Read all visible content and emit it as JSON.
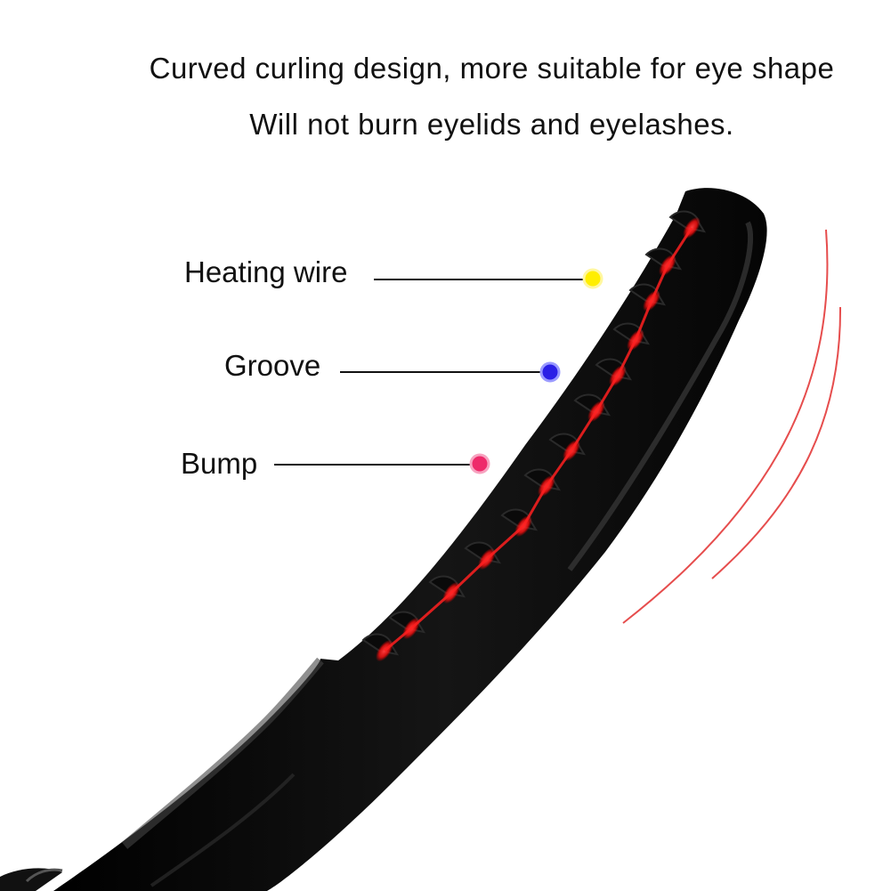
{
  "headline": {
    "line1": "Curved curling design, more suitable for eye shape",
    "line2": "Will not burn eyelids and eyelashes."
  },
  "callouts": [
    {
      "label": "Heating wire",
      "dot_color": "#ffee00"
    },
    {
      "label": "Groove",
      "dot_color": "#2a1fe6"
    },
    {
      "label": "Bump",
      "dot_color": "#ee2a6a"
    }
  ],
  "colors": {
    "device_body": "#0b0b0b",
    "heating_glow": "#ff1a1a",
    "motion_lines": "#e02020"
  }
}
